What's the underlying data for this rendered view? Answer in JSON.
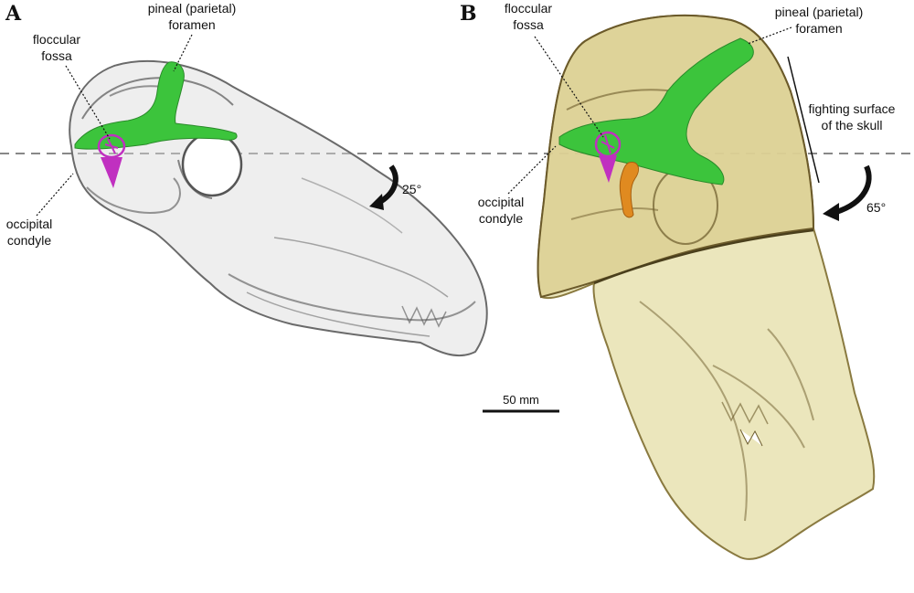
{
  "panels": {
    "a": {
      "letter": "A",
      "labels": {
        "pineal_line1": "pineal (parietal)",
        "pineal_line2": "foramen",
        "floccular_line1": "floccular",
        "floccular_line2": "fossa",
        "occipital_line1": "occipital",
        "occipital_line2": "condyle"
      },
      "rotation": "25°"
    },
    "b": {
      "letter": "B",
      "labels": {
        "floccular_line1": "floccular",
        "floccular_line2": "fossa",
        "pineal_line1": "pineal (parietal)",
        "pineal_line2": "foramen",
        "fighting_line1": "fighting surface",
        "fighting_line2": "of the skull",
        "occipital_line1": "occipital",
        "occipital_line2": "condyle"
      },
      "rotation": "65°"
    }
  },
  "scale_bar": {
    "label": "50 mm"
  },
  "colors": {
    "brain_endocast": "#3cc43c",
    "inner_ear": "#c030c0",
    "vessel": "#e08a20",
    "skull_a": "#c8c8c8",
    "skull_b": "#e8e2b0"
  }
}
